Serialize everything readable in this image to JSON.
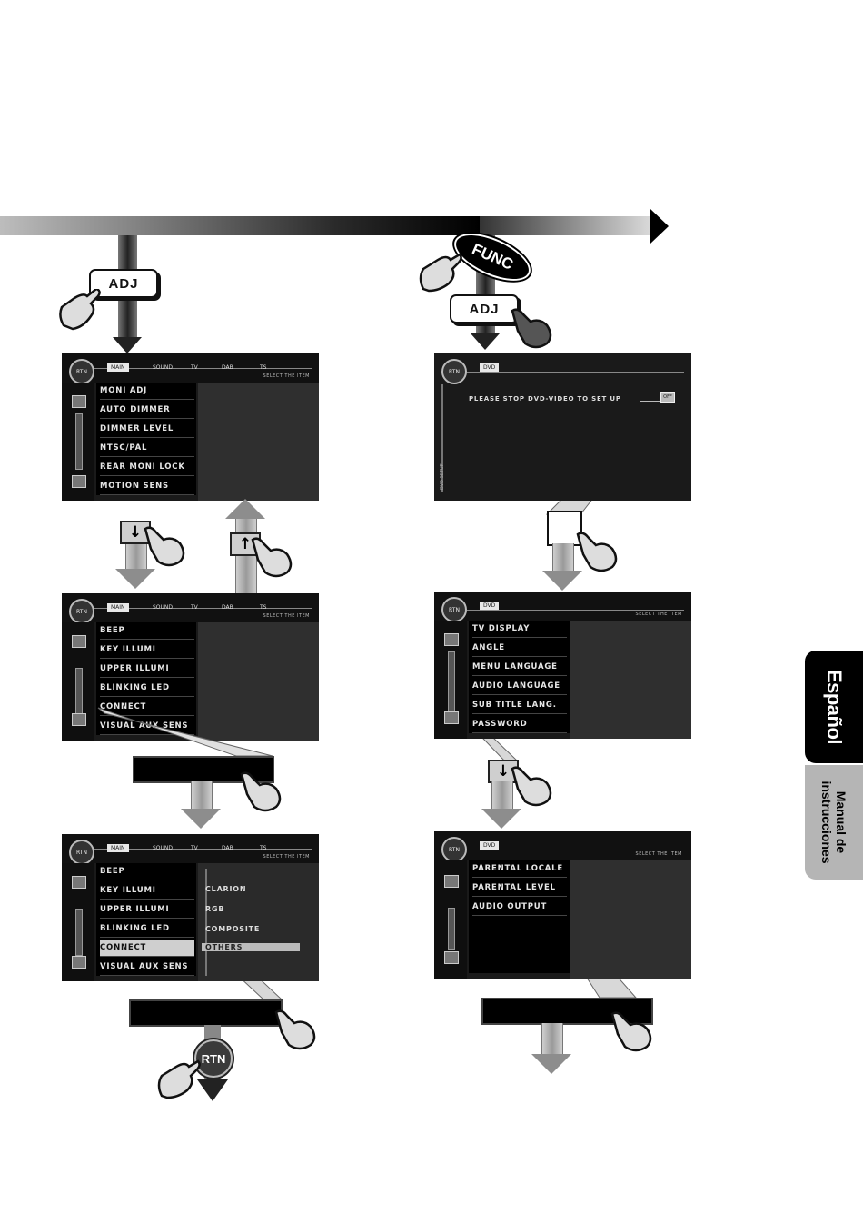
{
  "buttons": {
    "adj_left": "ADJ",
    "adj_right": "ADJ",
    "func": "FUNC",
    "down_arrow": "↓",
    "up_arrow": "↑",
    "rtn": "RTN"
  },
  "tabs": {
    "language": "Español",
    "manual_line1": "Manual de",
    "manual_line2": "instrucciones"
  },
  "screens": {
    "main_tabs": [
      "MAIN",
      "SOUND",
      "TV",
      "DAB",
      "TS"
    ],
    "dial_label": "RTN",
    "sub_header": "SELECT THE ITEM",
    "screen1": {
      "items": [
        "MONI ADJ",
        "AUTO DIMMER",
        "DIMMER LEVEL",
        "NTSC/PAL",
        "REAR MONI LOCK",
        "MOTION SENS"
      ]
    },
    "screen2": {
      "items": [
        "BEEP",
        "KEY ILLUMI",
        "UPPER ILLUMI",
        "BLINKING LED",
        "CONNECT",
        "VISUAL AUX SENS"
      ]
    },
    "screen3": {
      "items": [
        "BEEP",
        "KEY ILLUMI",
        "UPPER ILLUMI",
        "BLINKING LED",
        "CONNECT",
        "VISUAL AUX SENS"
      ],
      "options": [
        "CLARION",
        "RGB",
        "COMPOSITE",
        "OTHERS"
      ]
    },
    "screen4": {
      "tab": "DVD",
      "message": "PLEASE STOP DVD-VIDEO TO SET UP",
      "side_label": "DVD SETUP",
      "off_button": "OFF"
    },
    "screen5": {
      "tab": "DVD",
      "items": [
        "TV DISPLAY",
        "ANGLE",
        "MENU LANGUAGE",
        "AUDIO LANGUAGE",
        "SUB TITLE LANG.",
        "PASSWORD"
      ]
    },
    "screen6": {
      "tab": "DVD",
      "items": [
        "PARENTAL LOCALE",
        "PARENTAL LEVEL",
        "AUDIO OUTPUT"
      ]
    }
  }
}
